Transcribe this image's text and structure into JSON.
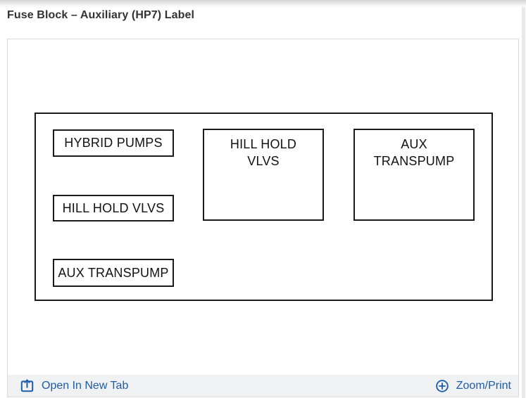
{
  "header": {
    "title": "Fuse Block – Auxiliary (HP7) Label"
  },
  "diagram": {
    "small_boxes": [
      {
        "label": "HYBRID PUMPS"
      },
      {
        "label": "HILL HOLD VLVS"
      },
      {
        "label": "AUX TRANSPUMP"
      }
    ],
    "tall_boxes": [
      {
        "line1": "HILL HOLD",
        "line2": "VLVS"
      },
      {
        "line1": "AUX",
        "line2": "TRANSPUMP"
      }
    ]
  },
  "footer": {
    "open_in_new_tab": "Open In New Tab",
    "zoom_print": "Zoom/Print"
  },
  "icons": {
    "open_in_new_tab": "open-in-new-tab-icon (rounded square with up arrow)",
    "zoom_print": "circled-plus-icon"
  },
  "colors": {
    "link_blue": "#1d5ca8",
    "footer_background": "#f0f1f2",
    "panel_border": "#dcdcdc",
    "diagram_line": "#1a1a1a",
    "title_text": "#333333"
  }
}
